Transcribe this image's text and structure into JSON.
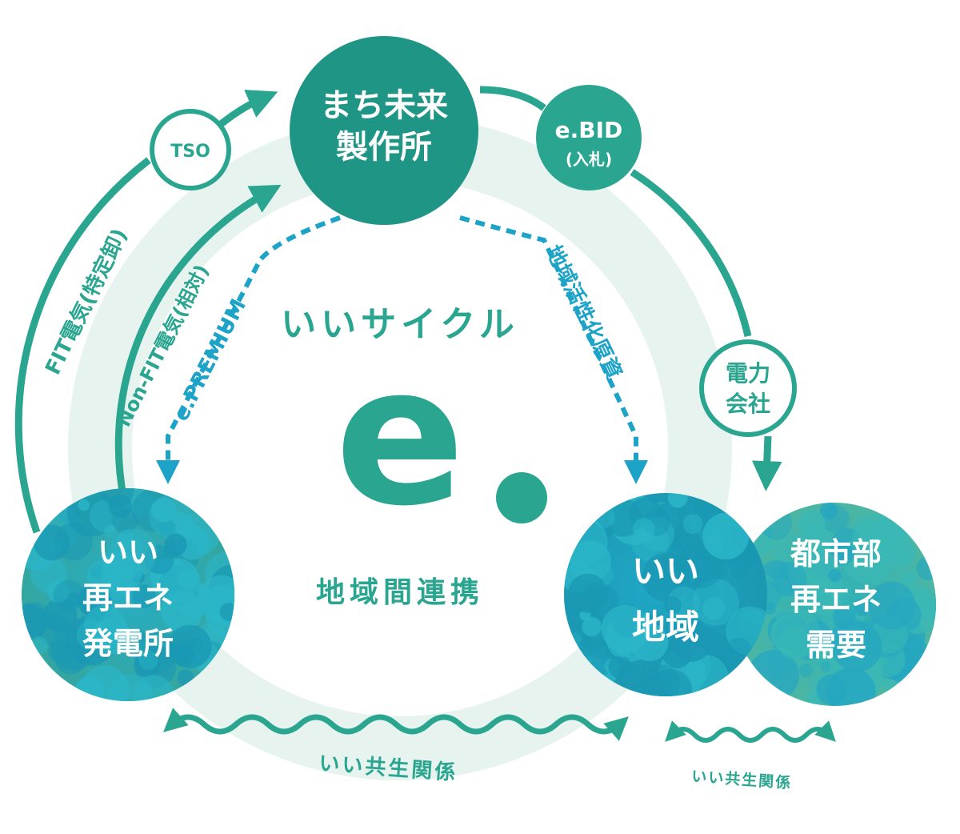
{
  "hub": {
    "line1": "まち未来",
    "line2": "製作所"
  },
  "tso": "TSO",
  "ebid": {
    "name": "e.BID",
    "sub": "(入札)"
  },
  "power_company": {
    "line1": "電力",
    "line2": "会社"
  },
  "center": {
    "tagline": "いいサイクル",
    "logo_letter": "e",
    "caption": "地域間連携"
  },
  "generator": {
    "line1": "いい",
    "line2": "再エネ",
    "line3": "発電所"
  },
  "region": {
    "line1": "いい",
    "line2": "地域"
  },
  "urban": {
    "line1": "都市部",
    "line2": "再エネ",
    "line3": "需要"
  },
  "flows": {
    "fit": "FIT電気(特定卸)",
    "nonfit": "Non-FIT電気(相対)",
    "premium": "e.PREMIUM",
    "revitalization": "地域活性化原資"
  },
  "symbiosis": {
    "main": "いい共生関係",
    "small": "いい共生関係"
  },
  "colors": {
    "teal": "#2aa58f",
    "teal_dark": "#1f9585",
    "ring": "#e6f3ef",
    "blue": "#1ea3c8",
    "bubble_light": "#2bb6c8",
    "bubble_dark": "#1a98b4"
  }
}
